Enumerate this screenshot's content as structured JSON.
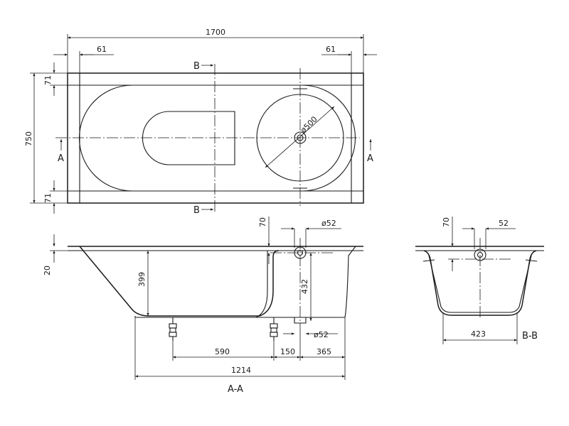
{
  "dimensions": {
    "overall_length": "1700",
    "rim_left": "61",
    "rim_right": "61",
    "overall_width": "750",
    "rim_top": "71",
    "rim_bottom": "71",
    "basin_diameter": "ø500",
    "waste_diameter_top": "ø52",
    "waste_diameter_bottom": "ø52",
    "edge_offset": "70",
    "rim_thickness": "20",
    "depth": "399",
    "overflow_height": "432",
    "foot_spacing": "590",
    "foot_to_waste": "150",
    "waste_to_end": "365",
    "base_length": "1214",
    "cross_edge_offset": "70",
    "cross_waste_diameter": "52",
    "cross_base_width": "423"
  },
  "labels": {
    "section_b_top": "B",
    "section_b_bottom": "B",
    "section_a_left": "A",
    "section_a_right": "A",
    "view_aa": "A-A",
    "view_bb": "B-B"
  }
}
